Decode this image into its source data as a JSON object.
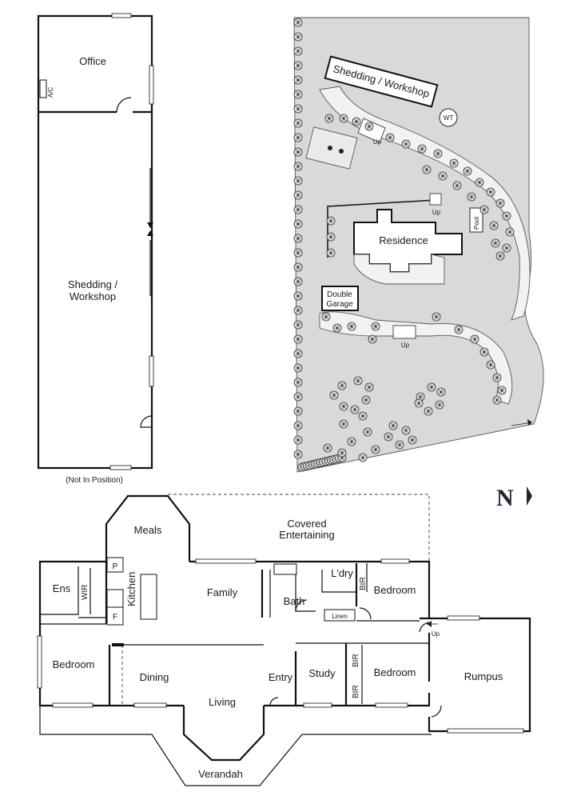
{
  "shed_plan": {
    "office": "Office",
    "ac": "A/C",
    "shedding": "Shedding /",
    "workshop": "Workshop",
    "note": "(Not In Position)"
  },
  "site_plan": {
    "shed_label": "Shedding / Workshop",
    "wt": "WT",
    "up": "Up",
    "pool": "Pool",
    "residence": "Residence",
    "garage_line1": "Double",
    "garage_line2": "Garage"
  },
  "north": {
    "letter": "N"
  },
  "house_plan": {
    "meals": "Meals",
    "covered_line1": "Covered",
    "covered_line2": "Entertaining",
    "p": "P",
    "f": "F",
    "kitchen": "Kitchen",
    "ens": "Ens",
    "wir": "WIR",
    "family": "Family",
    "bath": "Bath",
    "laundry": "L'dry",
    "bir": "BIR",
    "linen": "Linen",
    "bedroom": "Bedroom",
    "up": "Up",
    "dining": "Dining",
    "entry": "Entry",
    "study": "Study",
    "rumpus": "Rumpus",
    "living": "Living",
    "verandah": "Verandah"
  }
}
